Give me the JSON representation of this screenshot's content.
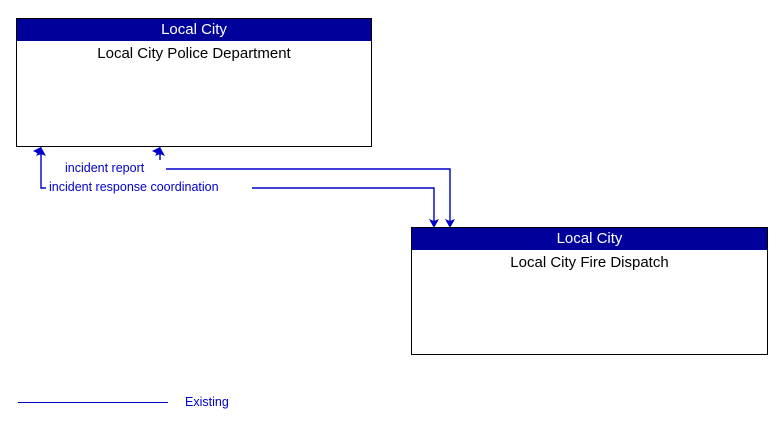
{
  "diagram": {
    "type": "context-flow-diagram",
    "nodes": [
      {
        "id": "police",
        "header": "Local City",
        "title": "Local City Police Department"
      },
      {
        "id": "fire",
        "header": "Local City",
        "title": "Local City Fire Dispatch"
      }
    ],
    "flows": [
      {
        "id": "incident-report",
        "label": "incident report",
        "from": "fire",
        "to": "police",
        "style": "existing"
      },
      {
        "id": "incident-response-coordination",
        "label": "incident response coordination",
        "from": "police",
        "to": "fire",
        "style": "existing"
      }
    ],
    "legend": {
      "items": [
        {
          "label": "Existing",
          "color": "#0000CC"
        }
      ]
    },
    "colors": {
      "header_fill": "#00009B",
      "header_text": "#FFFFFF",
      "node_border": "#000000",
      "node_fill": "#FFFFFF",
      "node_text": "#000000",
      "flow_line": "#0000CC",
      "flow_label": "#0000CC"
    }
  }
}
